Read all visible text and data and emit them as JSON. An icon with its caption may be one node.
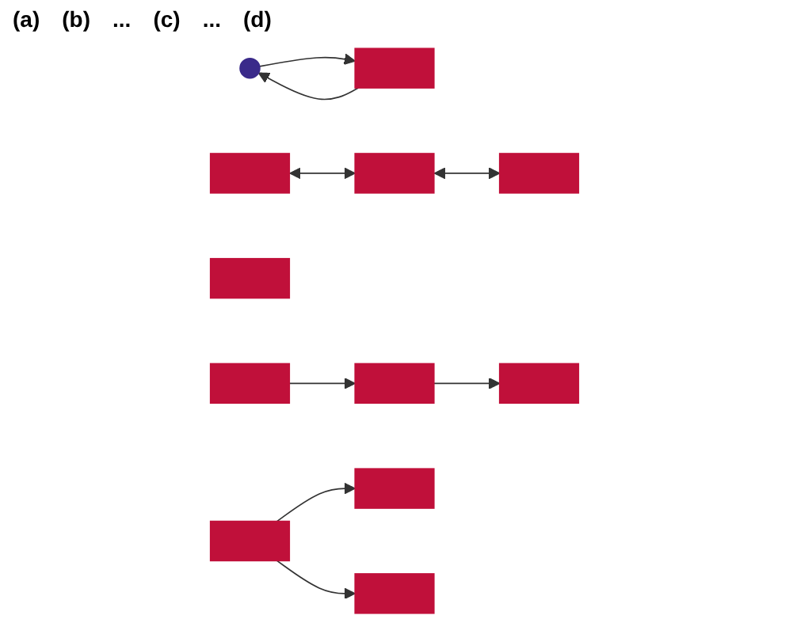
{
  "diagram": {
    "nodes": [
      {
        "text": [],
        "shape": "circle"
      },
      {
        "text": [],
        "shape": "box"
      },
      {
        "text": [],
        "shape": "box"
      },
      {
        "text": [],
        "shape": "bar"
      },
      {
        "text": [],
        "shape": "bar"
      },
      {
        "text": [],
        "shape": "bar"
      },
      {
        "text": [],
        "shape": "bar"
      },
      {
        "text": [],
        "shape": "bar"
      },
      {
        "text": [],
        "shape": "bar"
      },
      {
        "text": [],
        "shape": "bar"
      },
      {
        "text": [],
        "shape": "bar"
      },
      {
        "text": [],
        "shape": "bar"
      }
    ],
    "edges": [
      {
        "from": 0,
        "to": 1,
        "arrow": "to"
      },
      {
        "from": 1,
        "to": 0,
        "arrow": "to"
      },
      {
        "from": 2,
        "to": 3,
        "arrow": "both"
      },
      {
        "from": 3,
        "to": 4,
        "arrow": "both"
      },
      {
        "from": 6,
        "to": 7,
        "arrow": "to"
      },
      {
        "from": 7,
        "to": 8,
        "arrow": "to"
      },
      {
        "from": 9,
        "to": 10,
        "arrow": "to"
      },
      {
        "from": 9,
        "to": 11,
        "arrow": "to"
      }
    ],
    "labels": [
      "(a)",
      "(b)",
      "...",
      "(c)",
      "...",
      "(d)"
    ]
  }
}
